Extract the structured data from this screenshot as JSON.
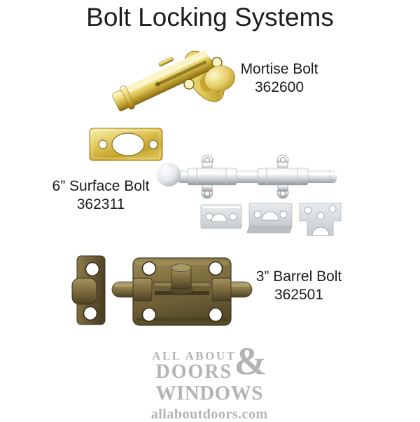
{
  "title": "Bolt Locking Systems",
  "products": [
    {
      "name": "Mortise Bolt",
      "sku": "362600",
      "finish_color": "#d9c050"
    },
    {
      "name": "6” Surface Bolt",
      "sku": "362311",
      "finish_color": "#d2d7d9"
    },
    {
      "name": "3” Barrel Bolt",
      "sku": "362501",
      "finish_color": "#8a7a4a"
    }
  ],
  "logo": {
    "line1": "ALL ABOUT",
    "line2": "DOORS",
    "ampersand": "&",
    "line3": "WINDOWS",
    "website": "allaboutdoors.com",
    "color": "#b4b4b4"
  },
  "colors": {
    "background": "#ffffff",
    "title_text": "#1e1e1e",
    "label_text": "#1c1c1c"
  }
}
